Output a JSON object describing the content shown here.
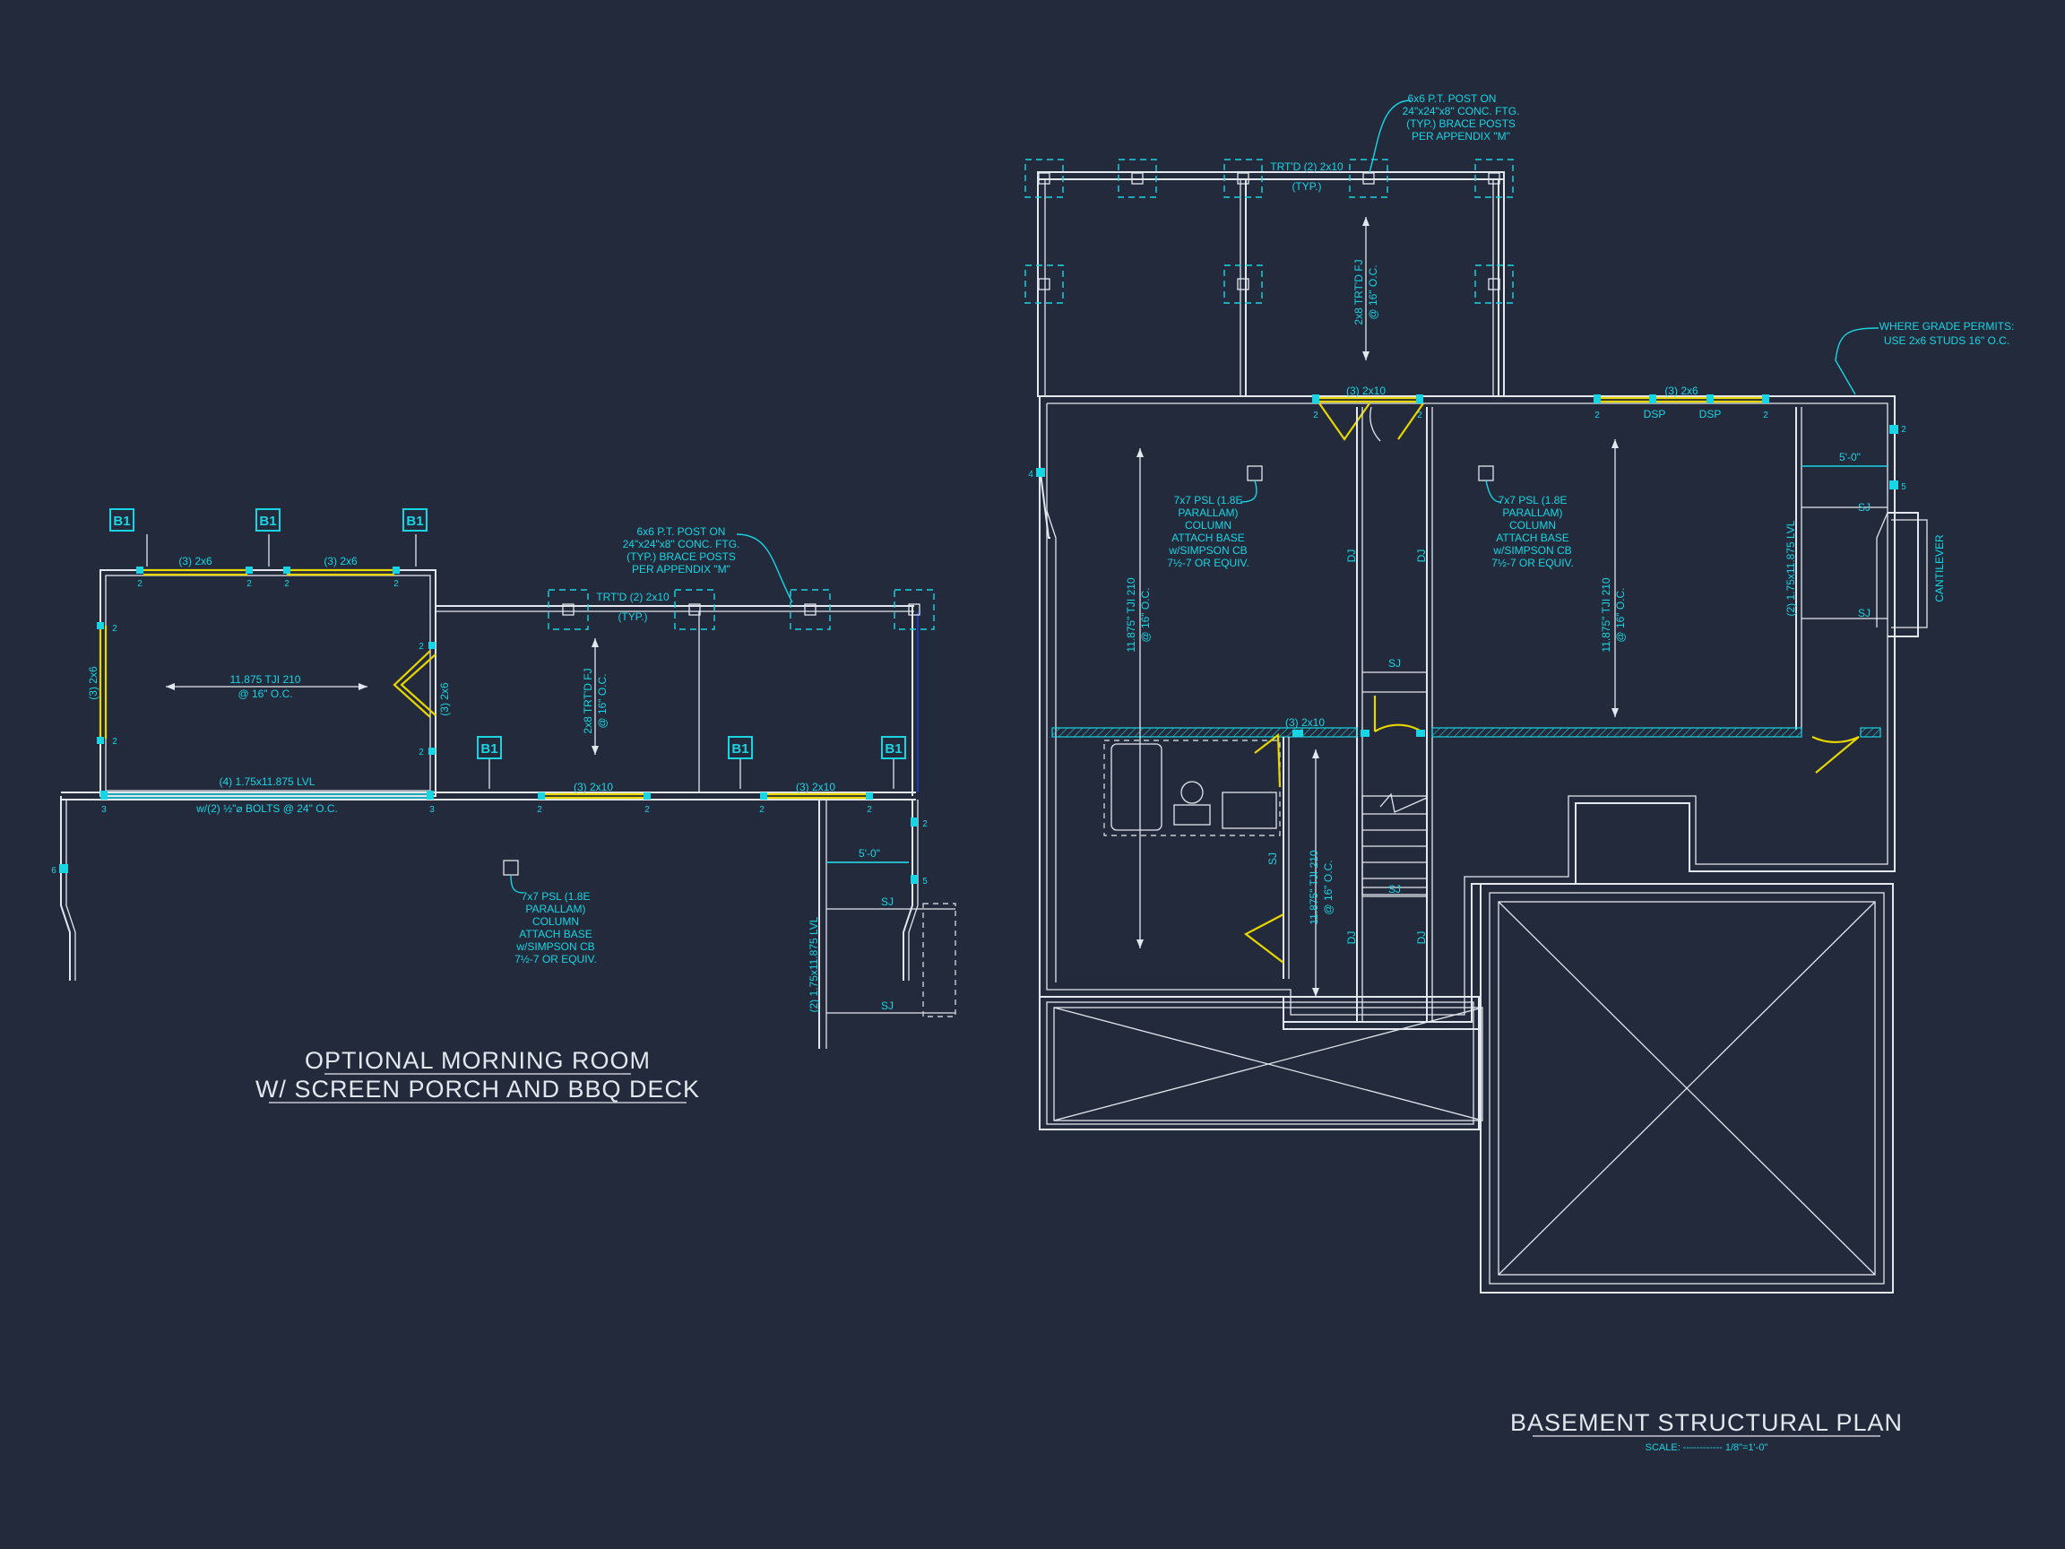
{
  "titles": {
    "left_line1": "OPTIONAL MORNING ROOM",
    "left_line2": "W/ SCREEN PORCH AND BBQ DECK",
    "right": "BASEMENT STRUCTURAL PLAN",
    "scale": "SCALE: ------------ 1/8\"=1'-0\""
  },
  "tags": {
    "beam": "B1"
  },
  "left_plan": {
    "header_3_2x6": "(3) 2x6",
    "header_3_2x10": "(3) 2x10",
    "joist": [
      "11.875 TJI 210",
      "@ 16\" O.C."
    ],
    "trtd_fj": [
      "2x8 TRT'D FJ",
      "@ 16\" O.C."
    ],
    "girder": [
      "TRT'D (2) 2x10",
      "(TYP.)"
    ],
    "lvl": "(4) 1.75x11.875 LVL",
    "bolts": "w/(2) ½\"⌀ BOLTS @ 24\" O.C.",
    "post_note": [
      "6x6 P.T. POST ON",
      "24\"x24\"x8\" CONC. FTG.",
      "(TYP.) BRACE POSTS",
      "PER APPENDIX \"M\""
    ],
    "psl_note": [
      "7x7 PSL (1.8E",
      "PARALLAM)",
      "COLUMN",
      "ATTACH BASE",
      "w/SIMPSON CB",
      "7½-7 OR EQUIV."
    ],
    "dim_5": "5'-0\"",
    "sj": "SJ",
    "lvl2": "(2) 1.75x11.875 LVL",
    "n2": "2",
    "n3": "3",
    "n5": "5",
    "n6": "6"
  },
  "right_plan": {
    "post_note": [
      "6x6 P.T. POST ON",
      "24\"x24\"x8\" CONC. FTG.",
      "(TYP.) BRACE POSTS",
      "PER APPENDIX \"M\""
    ],
    "girder": [
      "TRT'D (2) 2x10",
      "(TYP.)"
    ],
    "trtd_fj": [
      "2x8 TRT'D FJ",
      "@ 16\" O.C."
    ],
    "grade_note": [
      "WHERE GRADE PERMITS:",
      "USE 2x6 STUDS 16\" O.C."
    ],
    "header_3_2x10": "(3) 2x10",
    "header_3_2x6": "(3) 2x6",
    "dsp": "DSP",
    "psl_note": [
      "7x7 PSL (1.8E",
      "PARALLAM)",
      "COLUMN",
      "ATTACH BASE",
      "w/SIMPSON CB",
      "7½-7 OR EQUIV."
    ],
    "joist": [
      "11.875\" TJI 210",
      "@ 16\" O.C."
    ],
    "dj": "DJ",
    "sj": "SJ",
    "dim_5": "5'-0\"",
    "lvl2": "(2) 1.75x11.875 LVL",
    "cantilever": "CANTILEVER",
    "n2": "2",
    "n4": "4",
    "n5": "5"
  },
  "colors": {
    "background": "#232a3b",
    "structure": "#19d5e3",
    "walls": "#e3e7ee",
    "headers": "#e8d600"
  }
}
